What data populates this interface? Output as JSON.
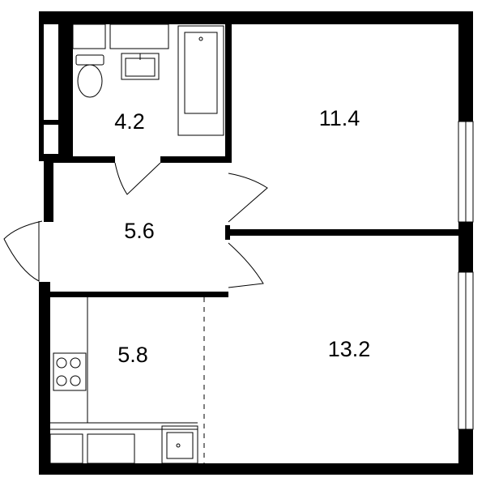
{
  "rooms": [
    {
      "id": "bathroom",
      "area": "4.2"
    },
    {
      "id": "bedroom",
      "area": "11.4"
    },
    {
      "id": "hallway",
      "area": "5.6"
    },
    {
      "id": "kitchen",
      "area": "5.8"
    },
    {
      "id": "living-room",
      "area": "13.2"
    }
  ],
  "colors": {
    "wall": "#000000",
    "fixture_line": "#000000",
    "background": "#ffffff"
  }
}
